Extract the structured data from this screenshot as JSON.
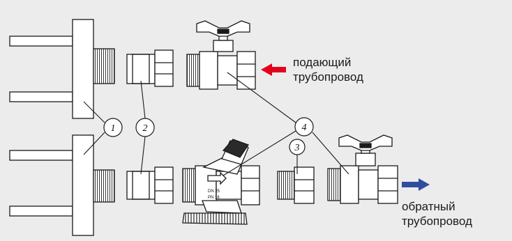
{
  "labels": {
    "supply_line1": "подающий",
    "supply_line2": "трубопровод",
    "return_line1": "обратный",
    "return_line2": "трубопровод"
  },
  "callouts": [
    "1",
    "2",
    "3",
    "4"
  ],
  "valve_marking": {
    "dn": "DN 25",
    "pn": "PN 16"
  },
  "colors": {
    "background": "#ececec",
    "supply_arrow": "#e3001b",
    "return_arrow": "#2f4f9e",
    "line": "#1a1a1a",
    "fill": "#ffffff"
  }
}
